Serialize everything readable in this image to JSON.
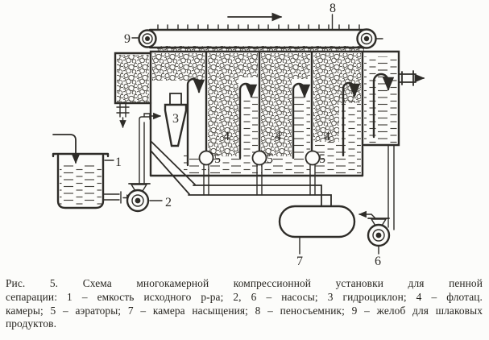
{
  "colors": {
    "ink": "#2e2c28",
    "paper": "#fcfcfa"
  },
  "diagram": {
    "labels": {
      "feed_tank": "1",
      "feed_pump": "2",
      "hydrocyclone": "3",
      "flotation_chamber": "4",
      "aerator": "5",
      "recycle_pump": "6",
      "saturation_chamber": "7",
      "foam_skimmer": "8",
      "slag_trough": "9"
    }
  },
  "caption": {
    "lines": [
      "Рис. 5. Схема многокамерной компрессионной установки для пенной",
      "сепарации: 1 – емкость исходного р-ра; 2, 6 – насосы; 3 гидроциклон; 4 – флотац.",
      "камеры; 5 – аэраторы; 7 – камера насыщения; 8 – пеносъемник; 9 – желоб для шлаковых",
      "продуктов."
    ]
  }
}
